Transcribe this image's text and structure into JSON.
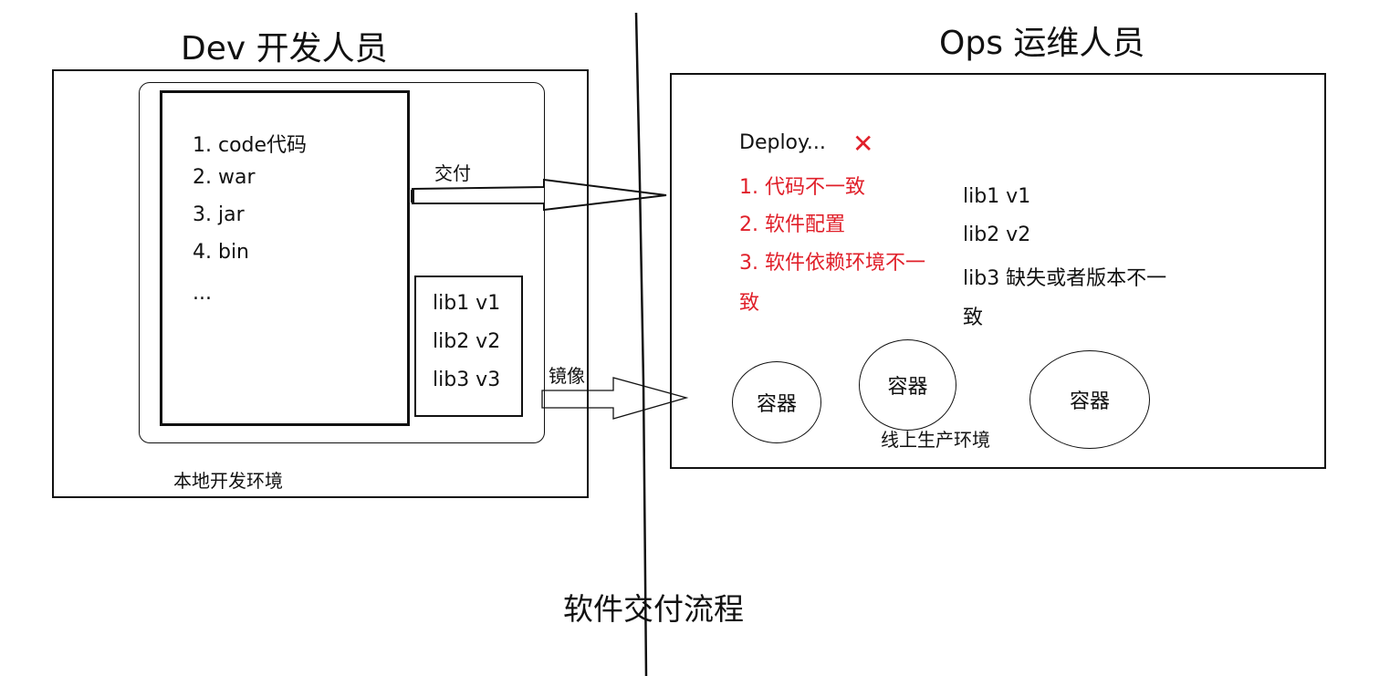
{
  "dev": {
    "title": "Dev 开发人员",
    "files": [
      "1. code代码",
      "2. war",
      "3. jar",
      "4. bin",
      "..."
    ],
    "libs": [
      "lib1 v1",
      "lib2 v2",
      "lib3 v3"
    ],
    "env_label": "本地开发环境"
  },
  "arrows": {
    "deliver_label": "交付",
    "image_label": "镜像"
  },
  "ops": {
    "title": "Ops 运维人员",
    "deploy_label": "Deploy...",
    "fail_mark": "✕",
    "problems": [
      "1. 代码不一致",
      "2. 软件配置",
      "3. 软件依赖环境不一",
      "致"
    ],
    "libs": [
      "lib1 v1",
      "lib2 v2",
      "lib3 缺失或者版本不一",
      "致"
    ],
    "containers": [
      "容器",
      "容器",
      "容器"
    ],
    "env_label": "线上生产环境"
  },
  "footer": {
    "title": "软件交付流程"
  }
}
